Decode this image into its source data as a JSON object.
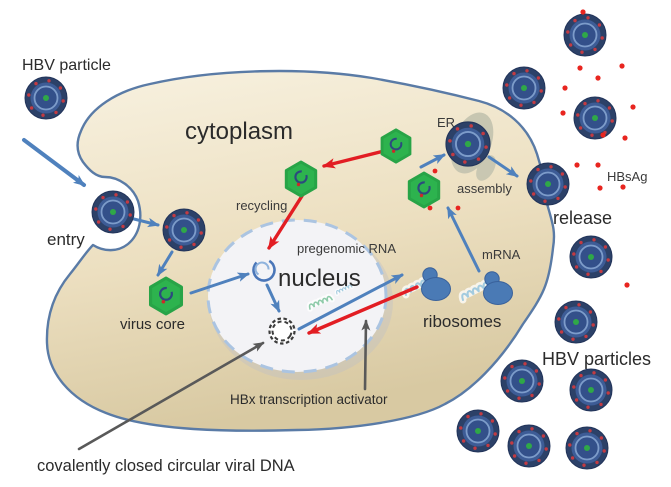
{
  "figure": {
    "labels": {
      "hbv_particle": "HBV particle",
      "cytoplasm": "cytoplasm",
      "entry": "entry",
      "virus_core": "virus core",
      "recycling": "recycling",
      "pregenomic_rna": "pregenomic RNA",
      "nucleus": "nucleus",
      "mrna": "mRNA",
      "ribosomes": "ribosomes",
      "assembly": "assembly",
      "er": "ER",
      "release": "release",
      "hbsag": "HBsAg",
      "hbv_particles": "HBV particles",
      "hbx_activator": "HBx transcription activator",
      "cccdna_caption": "covalently closed circular viral DNA"
    },
    "colors": {
      "cell_fill_top": "#f8f2e1",
      "cell_fill_bottom": "#d8c9a2",
      "membrane": "#5a7ba6",
      "nucleus_fill": "#f3f3f6",
      "nucleus_border": "#abc4e1",
      "arrow_blue": "#4f81bd",
      "arrow_red": "#e21d23",
      "arrow_gray": "#595959",
      "virion_outer": "#2c4168",
      "virion_mid": "#3d5c96",
      "virion_ring": "#7d9cca",
      "virion_center_dot": "#2fa848",
      "virion_spike": "#c23b43",
      "core_green": "#2db34e",
      "ribosome_blue": "#4a7ab5",
      "mrna_strand": "#a3cbdf",
      "pgrna_strand": "#8fcbaa",
      "hbsag_dot": "#e8251f",
      "er_blob": "#c2c2ae",
      "text": "#2b2b2b"
    },
    "icons": {
      "hbv_virion": "layered blue circle, red surface dots, green center",
      "virus_core": "green hexagon with open blue ring and red dot",
      "ribosome": "two-lobed blue blob",
      "rna_strand": "looped light squiggle",
      "rcdna": "open blue ring",
      "cccdna": "twisted dark dashed ring",
      "hbsag": "small red dot",
      "er": "gray organelle blob"
    }
  }
}
